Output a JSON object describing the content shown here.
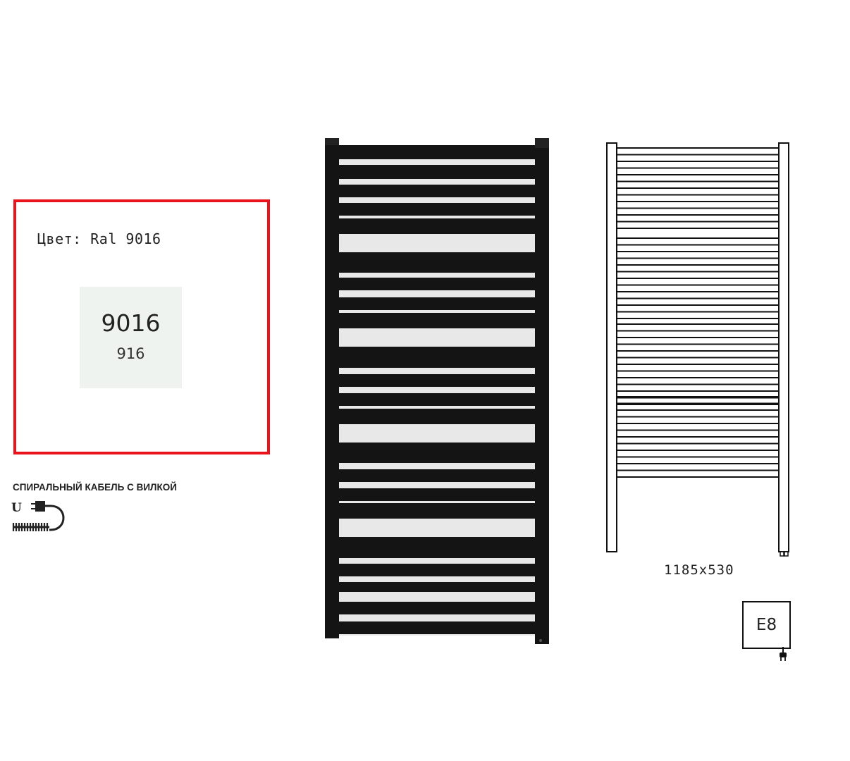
{
  "color_panel": {
    "label": "Цвет: Ral 9016",
    "swatch_code": "9016",
    "swatch_sub": "916",
    "swatch_color": "#eef3ef",
    "border_color": "#e8131b"
  },
  "cable": {
    "title": "СПИРАЛЬНЫЙ КАБЕЛЬ С ВИЛКОЙ",
    "icon_letter": "U",
    "icon": "spiral-cable-plug-icon"
  },
  "product": {
    "image": "black-towel-radiator",
    "frame_color": "#141414"
  },
  "drawing": {
    "dimensions": "1185x530"
  },
  "badge": {
    "code": "E8",
    "icon": "electric-plug-icon"
  }
}
